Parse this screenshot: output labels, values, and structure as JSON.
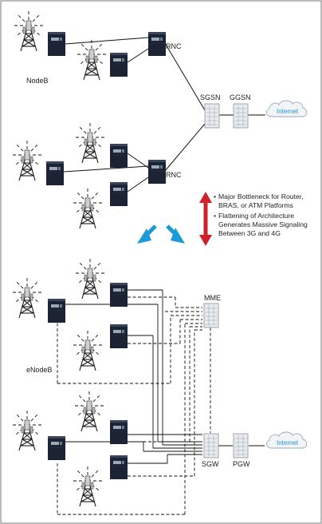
{
  "labels": {
    "rnc_top": "RNC",
    "rnc_mid": "RNC",
    "nodeb": "NodeB",
    "sgsn": "SGSN",
    "ggsn": "GGSN",
    "internet_top": "Internet",
    "mme": "MME",
    "enodeb": "eNodeB",
    "sgw": "SGW",
    "pgw": "PGW",
    "internet_bottom": "Internet"
  },
  "notes": [
    {
      "bullet": "•",
      "lines": [
        "Major Bottleneck for Router,",
        "BRAS, or ATM Platforms"
      ]
    },
    {
      "bullet": "•",
      "lines": [
        "Flattening of Architecture",
        "Generates Massive Signaling",
        "Between 3G and 4G"
      ]
    }
  ],
  "colors": {
    "arrow_blue": "#1a9ad6",
    "arrow_red": "#d0202a",
    "cloud_text": "#2a8fc8",
    "equipment": "#1c2433"
  }
}
